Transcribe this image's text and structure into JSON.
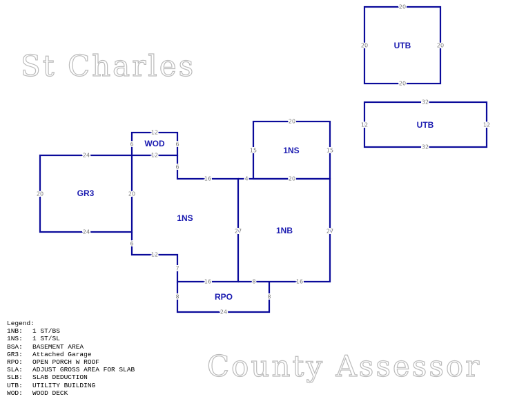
{
  "watermark": {
    "line1": "St Charles",
    "line2": "County Assessor"
  },
  "areas": {
    "utb1": {
      "label": "UTB",
      "top": "20",
      "left": "20",
      "right": "20",
      "bottom": "20"
    },
    "utb2": {
      "label": "UTB",
      "top": "32",
      "left": "12",
      "right": "12",
      "bottom": "32"
    },
    "wod": {
      "label": "WOD",
      "top": "12",
      "left": "6",
      "right": "6",
      "bottom": "12"
    },
    "gr3": {
      "label": "GR3",
      "top": "24",
      "left": "20",
      "right": "20",
      "bottom": "24"
    },
    "ns_upper": {
      "label": "1NS",
      "top": "20",
      "left": "15",
      "right": "15",
      "bottom": "20"
    },
    "ns_main": {
      "label": "1NS",
      "d1": "6",
      "d2": "16",
      "d3": "4",
      "d4": "27",
      "d5": "6",
      "d6": "12",
      "d7": "7",
      "d8": "16"
    },
    "nb": {
      "label": "1NB",
      "right": "27",
      "b1": "8",
      "b2": "16"
    },
    "rpo": {
      "label": "RPO",
      "left": "8",
      "bottom": "24",
      "right": "8"
    }
  },
  "legend": {
    "title": "Legend:",
    "items": [
      {
        "code": "1NB:",
        "desc": "1 ST/BS"
      },
      {
        "code": "1NS:",
        "desc": "1 ST/SL"
      },
      {
        "code": "BSA:",
        "desc": "BASEMENT AREA"
      },
      {
        "code": "GR3:",
        "desc": "Attached Garage"
      },
      {
        "code": "RPO:",
        "desc": "OPEN PORCH W ROOF"
      },
      {
        "code": "SLA:",
        "desc": "ADJUST GROSS AREA FOR SLAB"
      },
      {
        "code": "SLB:",
        "desc": "SLAB DEDUCTION"
      },
      {
        "code": "UTB:",
        "desc": "UTILITY BUILDING"
      },
      {
        "code": "WOD:",
        "desc": "WOOD DECK"
      }
    ]
  }
}
